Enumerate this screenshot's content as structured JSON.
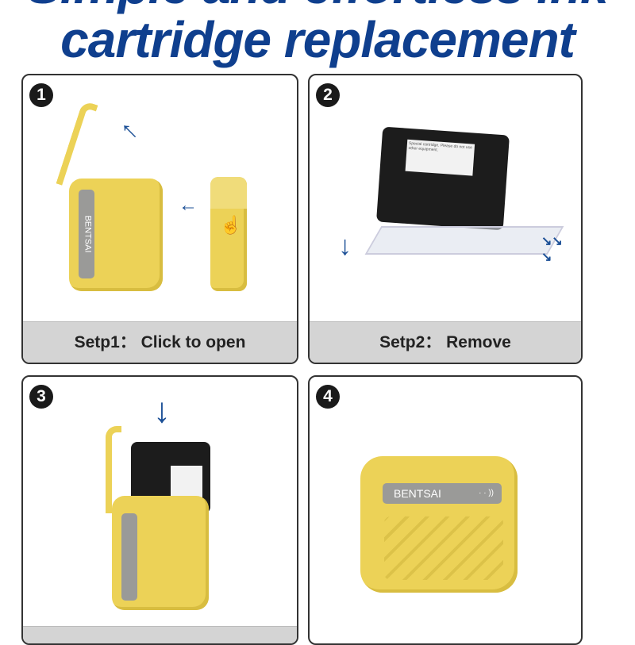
{
  "title": {
    "line1": "Simple and effortless ink",
    "line2": "cartridge replacement"
  },
  "steps": [
    {
      "number": "1",
      "caption": "Setp1： Click to open"
    },
    {
      "number": "2",
      "caption": "Setp2： Remove"
    },
    {
      "number": "3",
      "caption": ""
    },
    {
      "number": "4",
      "caption": ""
    }
  ],
  "device": {
    "brand": "BENTSAI"
  },
  "cartridge": {
    "label": "Special cartridge. Please do not use other equipment."
  },
  "colors": {
    "title": "#0f3f8e",
    "device": "#ecd257",
    "caption_bg": "#d4d4d4"
  }
}
